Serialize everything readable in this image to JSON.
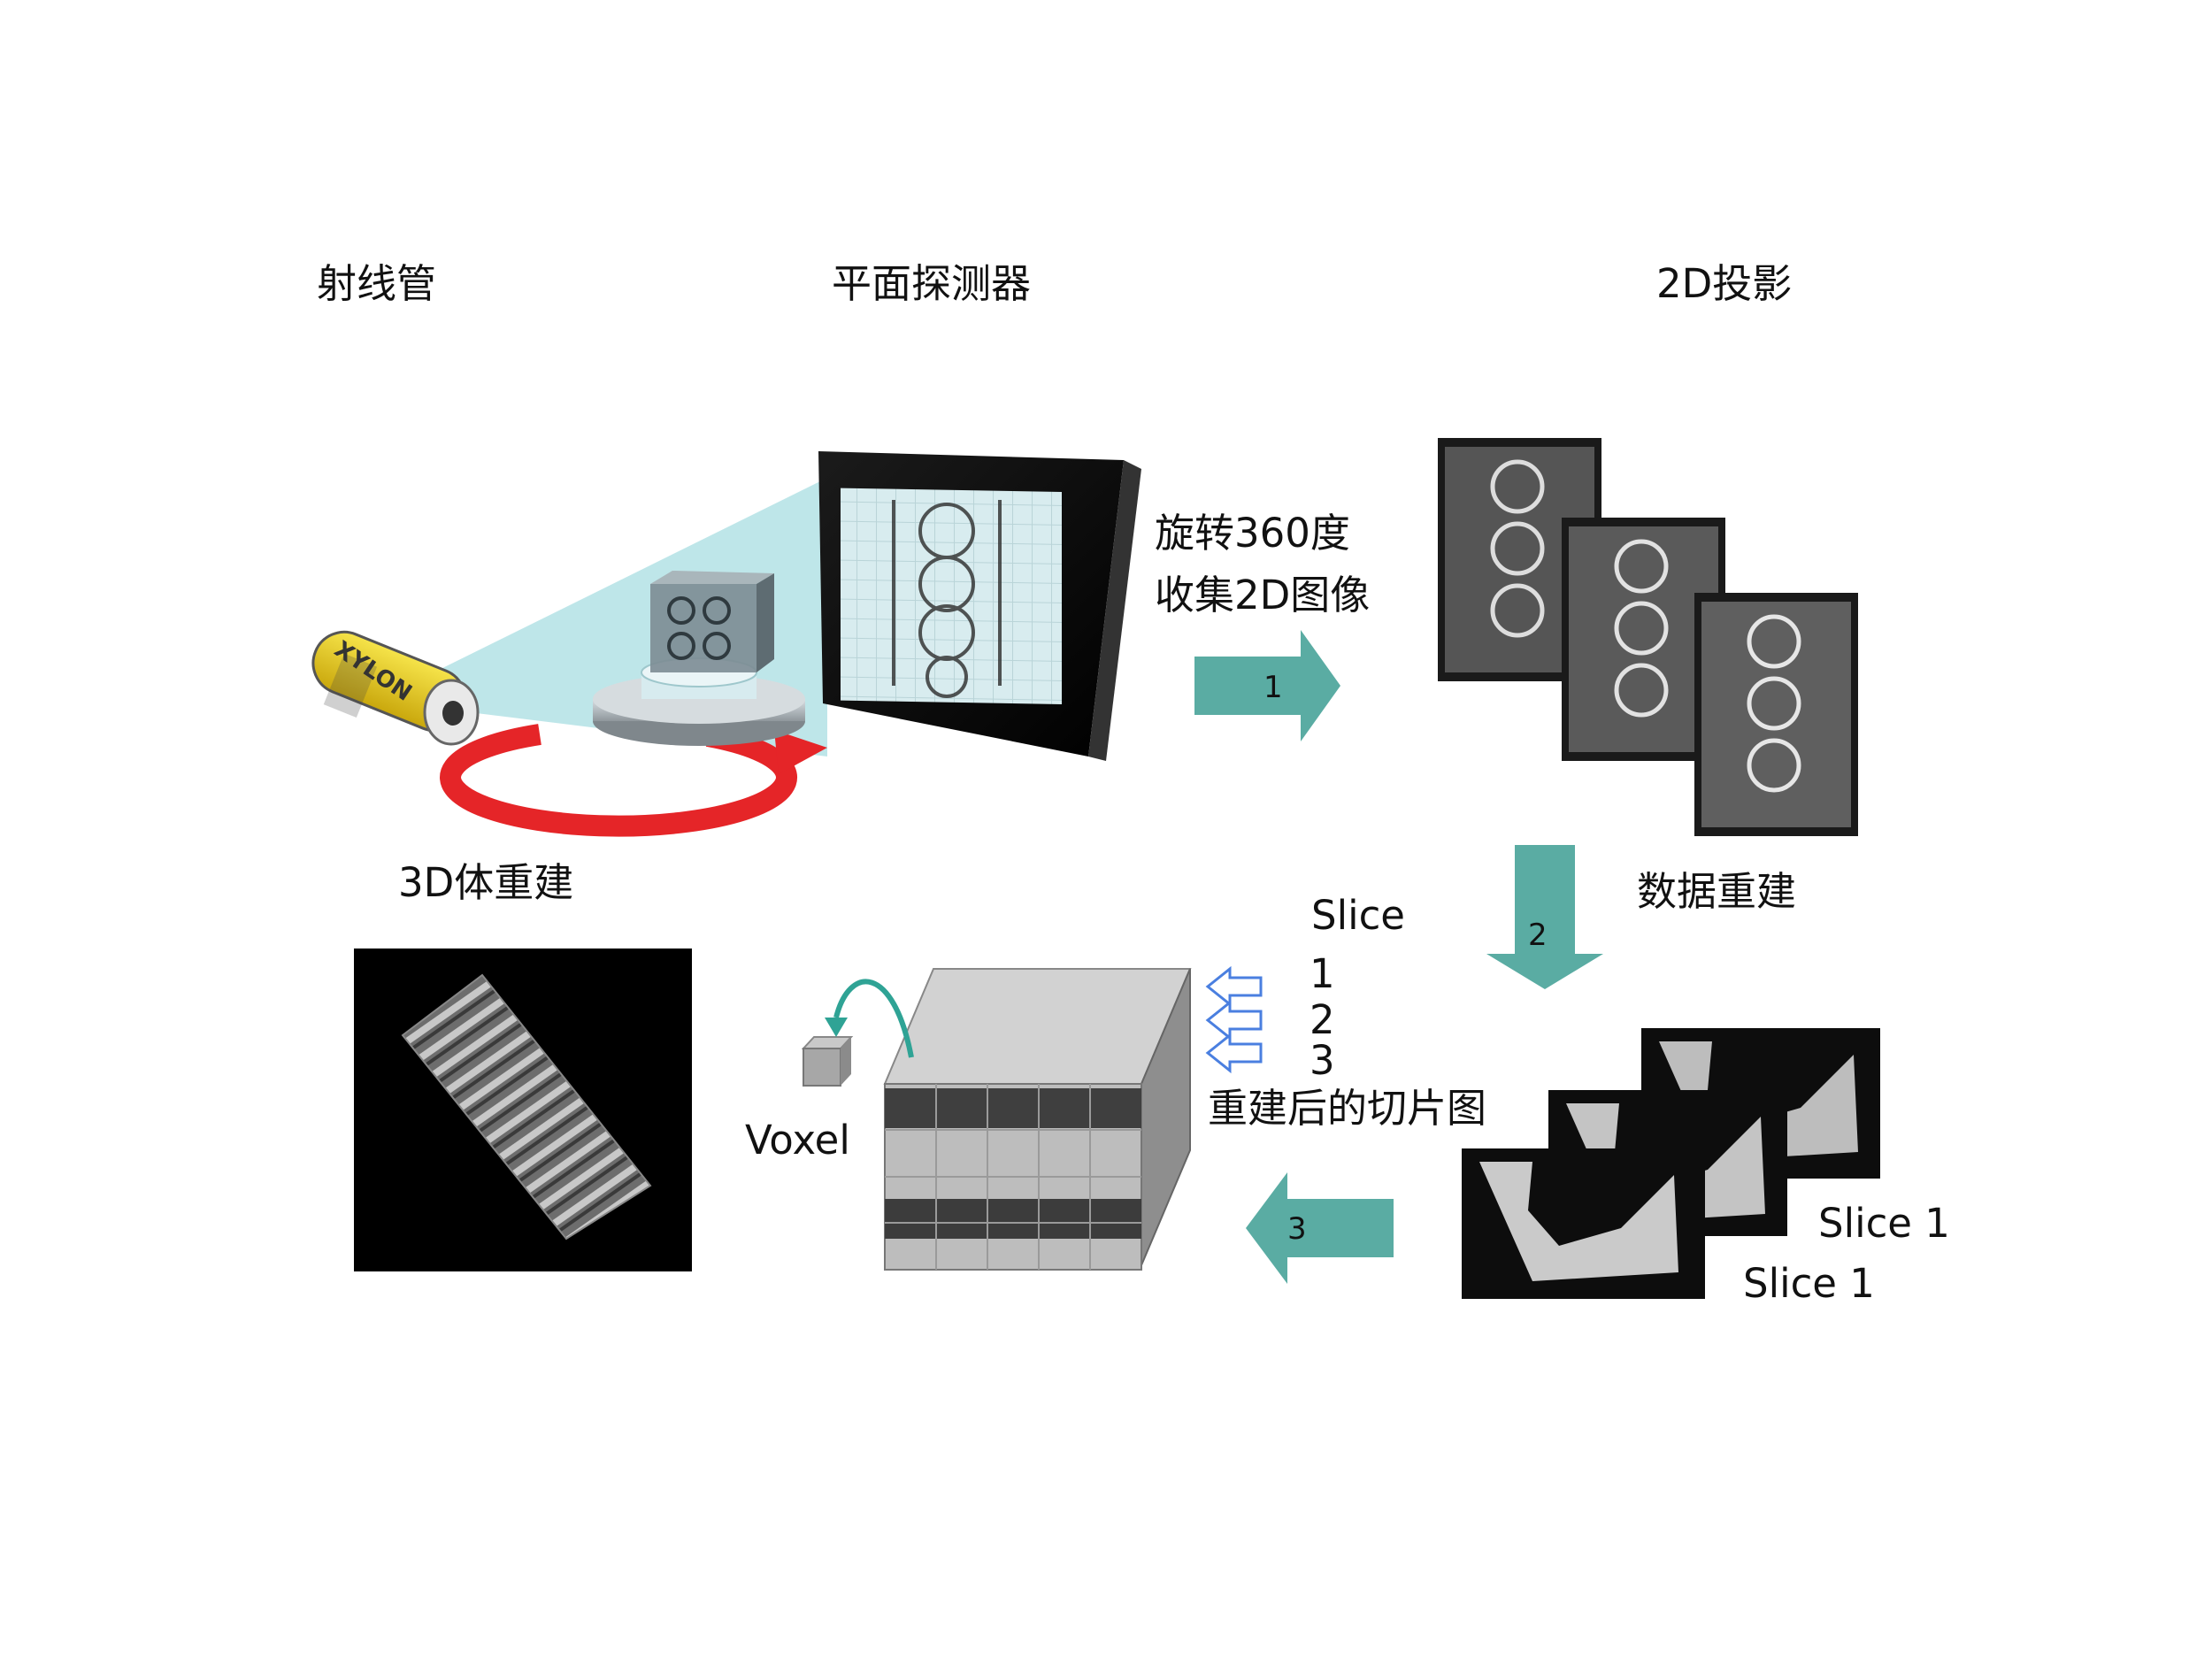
{
  "labels": {
    "xray_tube": "射线管",
    "flat_detector": "平面探测器",
    "projection_2d": "2D投影",
    "rotate_line1": "旋转360度",
    "rotate_line2": "收集2D图像",
    "data_reconstruction": "数据重建",
    "volume_reconstruction_3d": "3D体重建",
    "slice_title": "Slice",
    "slice_num_1": "1",
    "slice_num_2": "2",
    "slice_num_3": "3",
    "reconstructed_slices": "重建后的切片图",
    "voxel": "Voxel",
    "slice_label_a": "Slice 1",
    "slice_label_b": "Slice 1",
    "tube_brand": "XYLON"
  },
  "steps": {
    "step1": "1",
    "step2": "2",
    "step3": "3"
  },
  "colors": {
    "arrow_teal": "#5aaca3",
    "rotation_red": "#e52528",
    "tube_yellow": "#f2d62a",
    "slice_arrow_blue": "#4a7fe0",
    "beam_cyan": "#a8dde2"
  }
}
